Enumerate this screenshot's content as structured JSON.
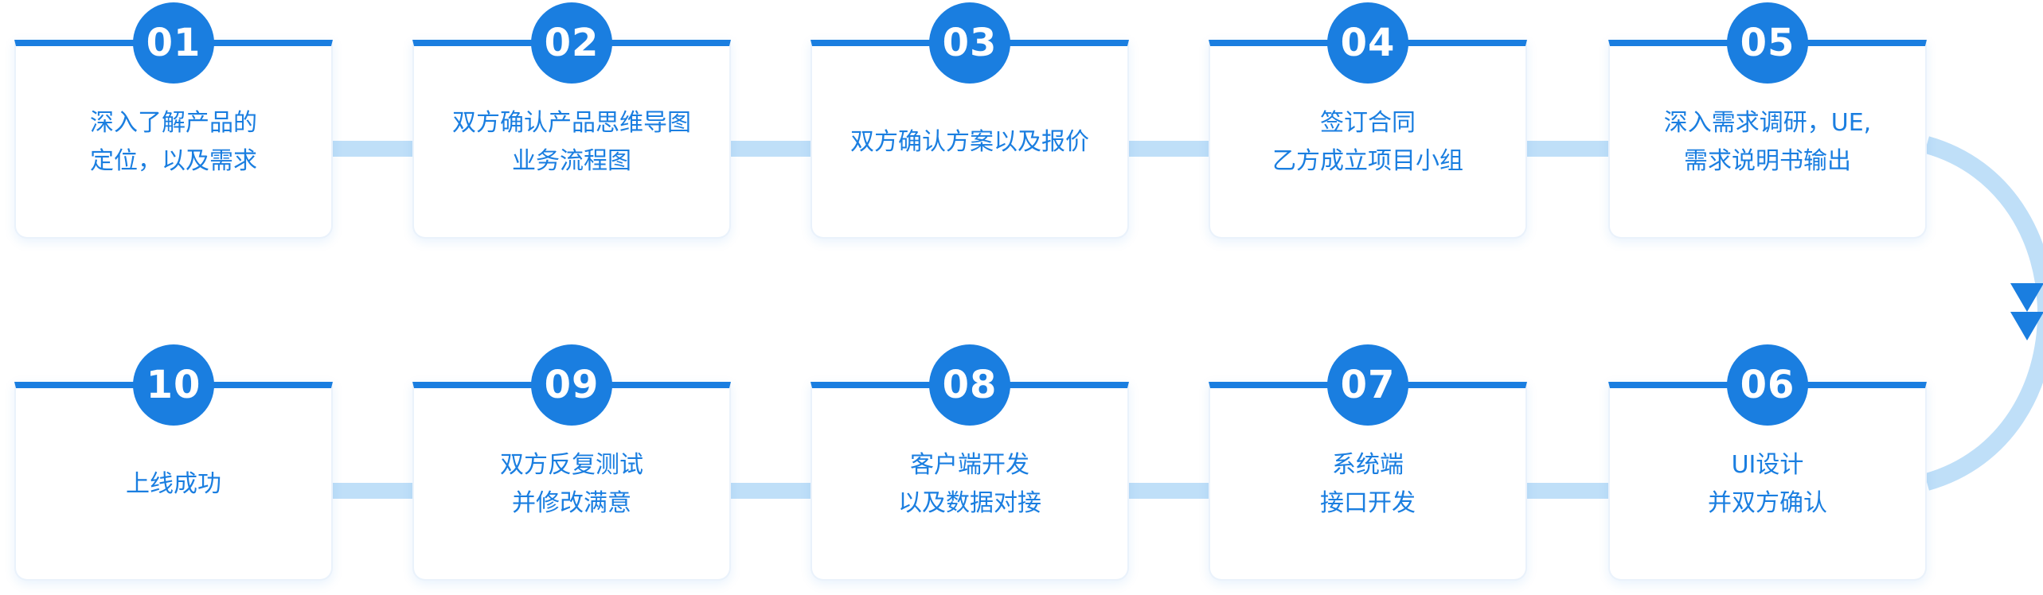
{
  "colors": {
    "accent": "#1a7ee0",
    "connector": "#bfdff8",
    "card_bg": "#ffffff"
  },
  "steps": [
    {
      "number": "01",
      "lines": [
        "深入了解产品的",
        "定位，以及需求"
      ]
    },
    {
      "number": "02",
      "lines": [
        "双方确认产品思维导图",
        "业务流程图"
      ]
    },
    {
      "number": "03",
      "lines": [
        "双方确认方案以及报价"
      ]
    },
    {
      "number": "04",
      "lines": [
        "签订合同",
        "乙方成立项目小组"
      ]
    },
    {
      "number": "05",
      "lines": [
        "深入需求调研，UE,",
        "需求说明书输出"
      ]
    },
    {
      "number": "06",
      "lines": [
        "UI设计",
        "并双方确认"
      ]
    },
    {
      "number": "07",
      "lines": [
        "系统端",
        "接口开发"
      ]
    },
    {
      "number": "08",
      "lines": [
        "客户端开发",
        "以及数据对接"
      ]
    },
    {
      "number": "09",
      "lines": [
        "双方反复测试",
        "并修改满意"
      ]
    },
    {
      "number": "10",
      "lines": [
        "上线成功"
      ]
    }
  ],
  "flow": [
    {
      "from": "01",
      "to": "02"
    },
    {
      "from": "02",
      "to": "03"
    },
    {
      "from": "03",
      "to": "04"
    },
    {
      "from": "04",
      "to": "05"
    },
    {
      "from": "05",
      "to": "06"
    },
    {
      "from": "06",
      "to": "07"
    },
    {
      "from": "07",
      "to": "08"
    },
    {
      "from": "08",
      "to": "09"
    },
    {
      "from": "09",
      "to": "10"
    }
  ]
}
